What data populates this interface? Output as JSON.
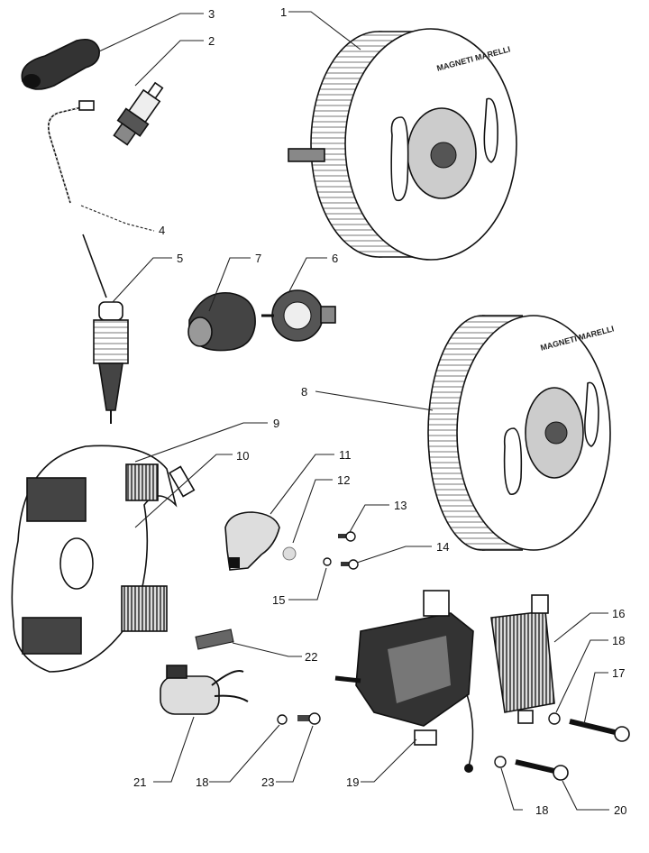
{
  "diagram": {
    "type": "exploded parts diagram",
    "brand_marking": "MAGNETI MARELLI",
    "callouts": [
      {
        "id": "c1",
        "label": "1"
      },
      {
        "id": "c2",
        "label": "2"
      },
      {
        "id": "c3",
        "label": "3"
      },
      {
        "id": "c4",
        "label": "4"
      },
      {
        "id": "c5",
        "label": "5"
      },
      {
        "id": "c6",
        "label": "6"
      },
      {
        "id": "c7",
        "label": "7"
      },
      {
        "id": "c8",
        "label": "8"
      },
      {
        "id": "c9",
        "label": "9"
      },
      {
        "id": "c10",
        "label": "10"
      },
      {
        "id": "c11",
        "label": "11"
      },
      {
        "id": "c12",
        "label": "12"
      },
      {
        "id": "c13",
        "label": "13"
      },
      {
        "id": "c14",
        "label": "14"
      },
      {
        "id": "c15",
        "label": "15"
      },
      {
        "id": "c16",
        "label": "16"
      },
      {
        "id": "c17",
        "label": "17"
      },
      {
        "id": "c18a",
        "label": "18"
      },
      {
        "id": "c18b",
        "label": "18"
      },
      {
        "id": "c18c",
        "label": "18"
      },
      {
        "id": "c19",
        "label": "19"
      },
      {
        "id": "c20",
        "label": "20"
      },
      {
        "id": "c21",
        "label": "21"
      },
      {
        "id": "c22",
        "label": "22"
      },
      {
        "id": "c23",
        "label": "23"
      }
    ],
    "colors": {
      "ink": "#111111",
      "shade": "#bdbdbd",
      "paper": "#ffffff"
    }
  }
}
